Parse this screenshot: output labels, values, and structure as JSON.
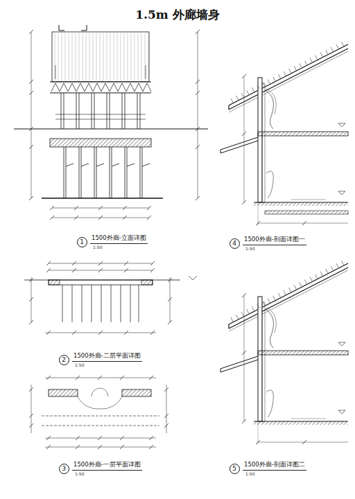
{
  "diagram": {
    "title": "1.5m 外廊墙身",
    "nodes": [
      {
        "text": [
          "1"
        ]
      },
      {
        "text": [
          "2"
        ]
      },
      {
        "text": [
          "3"
        ]
      },
      {
        "text": [
          "4"
        ]
      },
      {
        "text": [
          "5"
        ]
      }
    ],
    "labels": [
      "1500外廊-立面详图",
      "1:50",
      "1500外廊-二层平面详图",
      "1:50",
      "1500外廊-一层平面详图",
      "1:50",
      "1500外廊-剖面详图一",
      "1:50",
      "1500外廊-剖面详图二",
      "1:50"
    ]
  }
}
